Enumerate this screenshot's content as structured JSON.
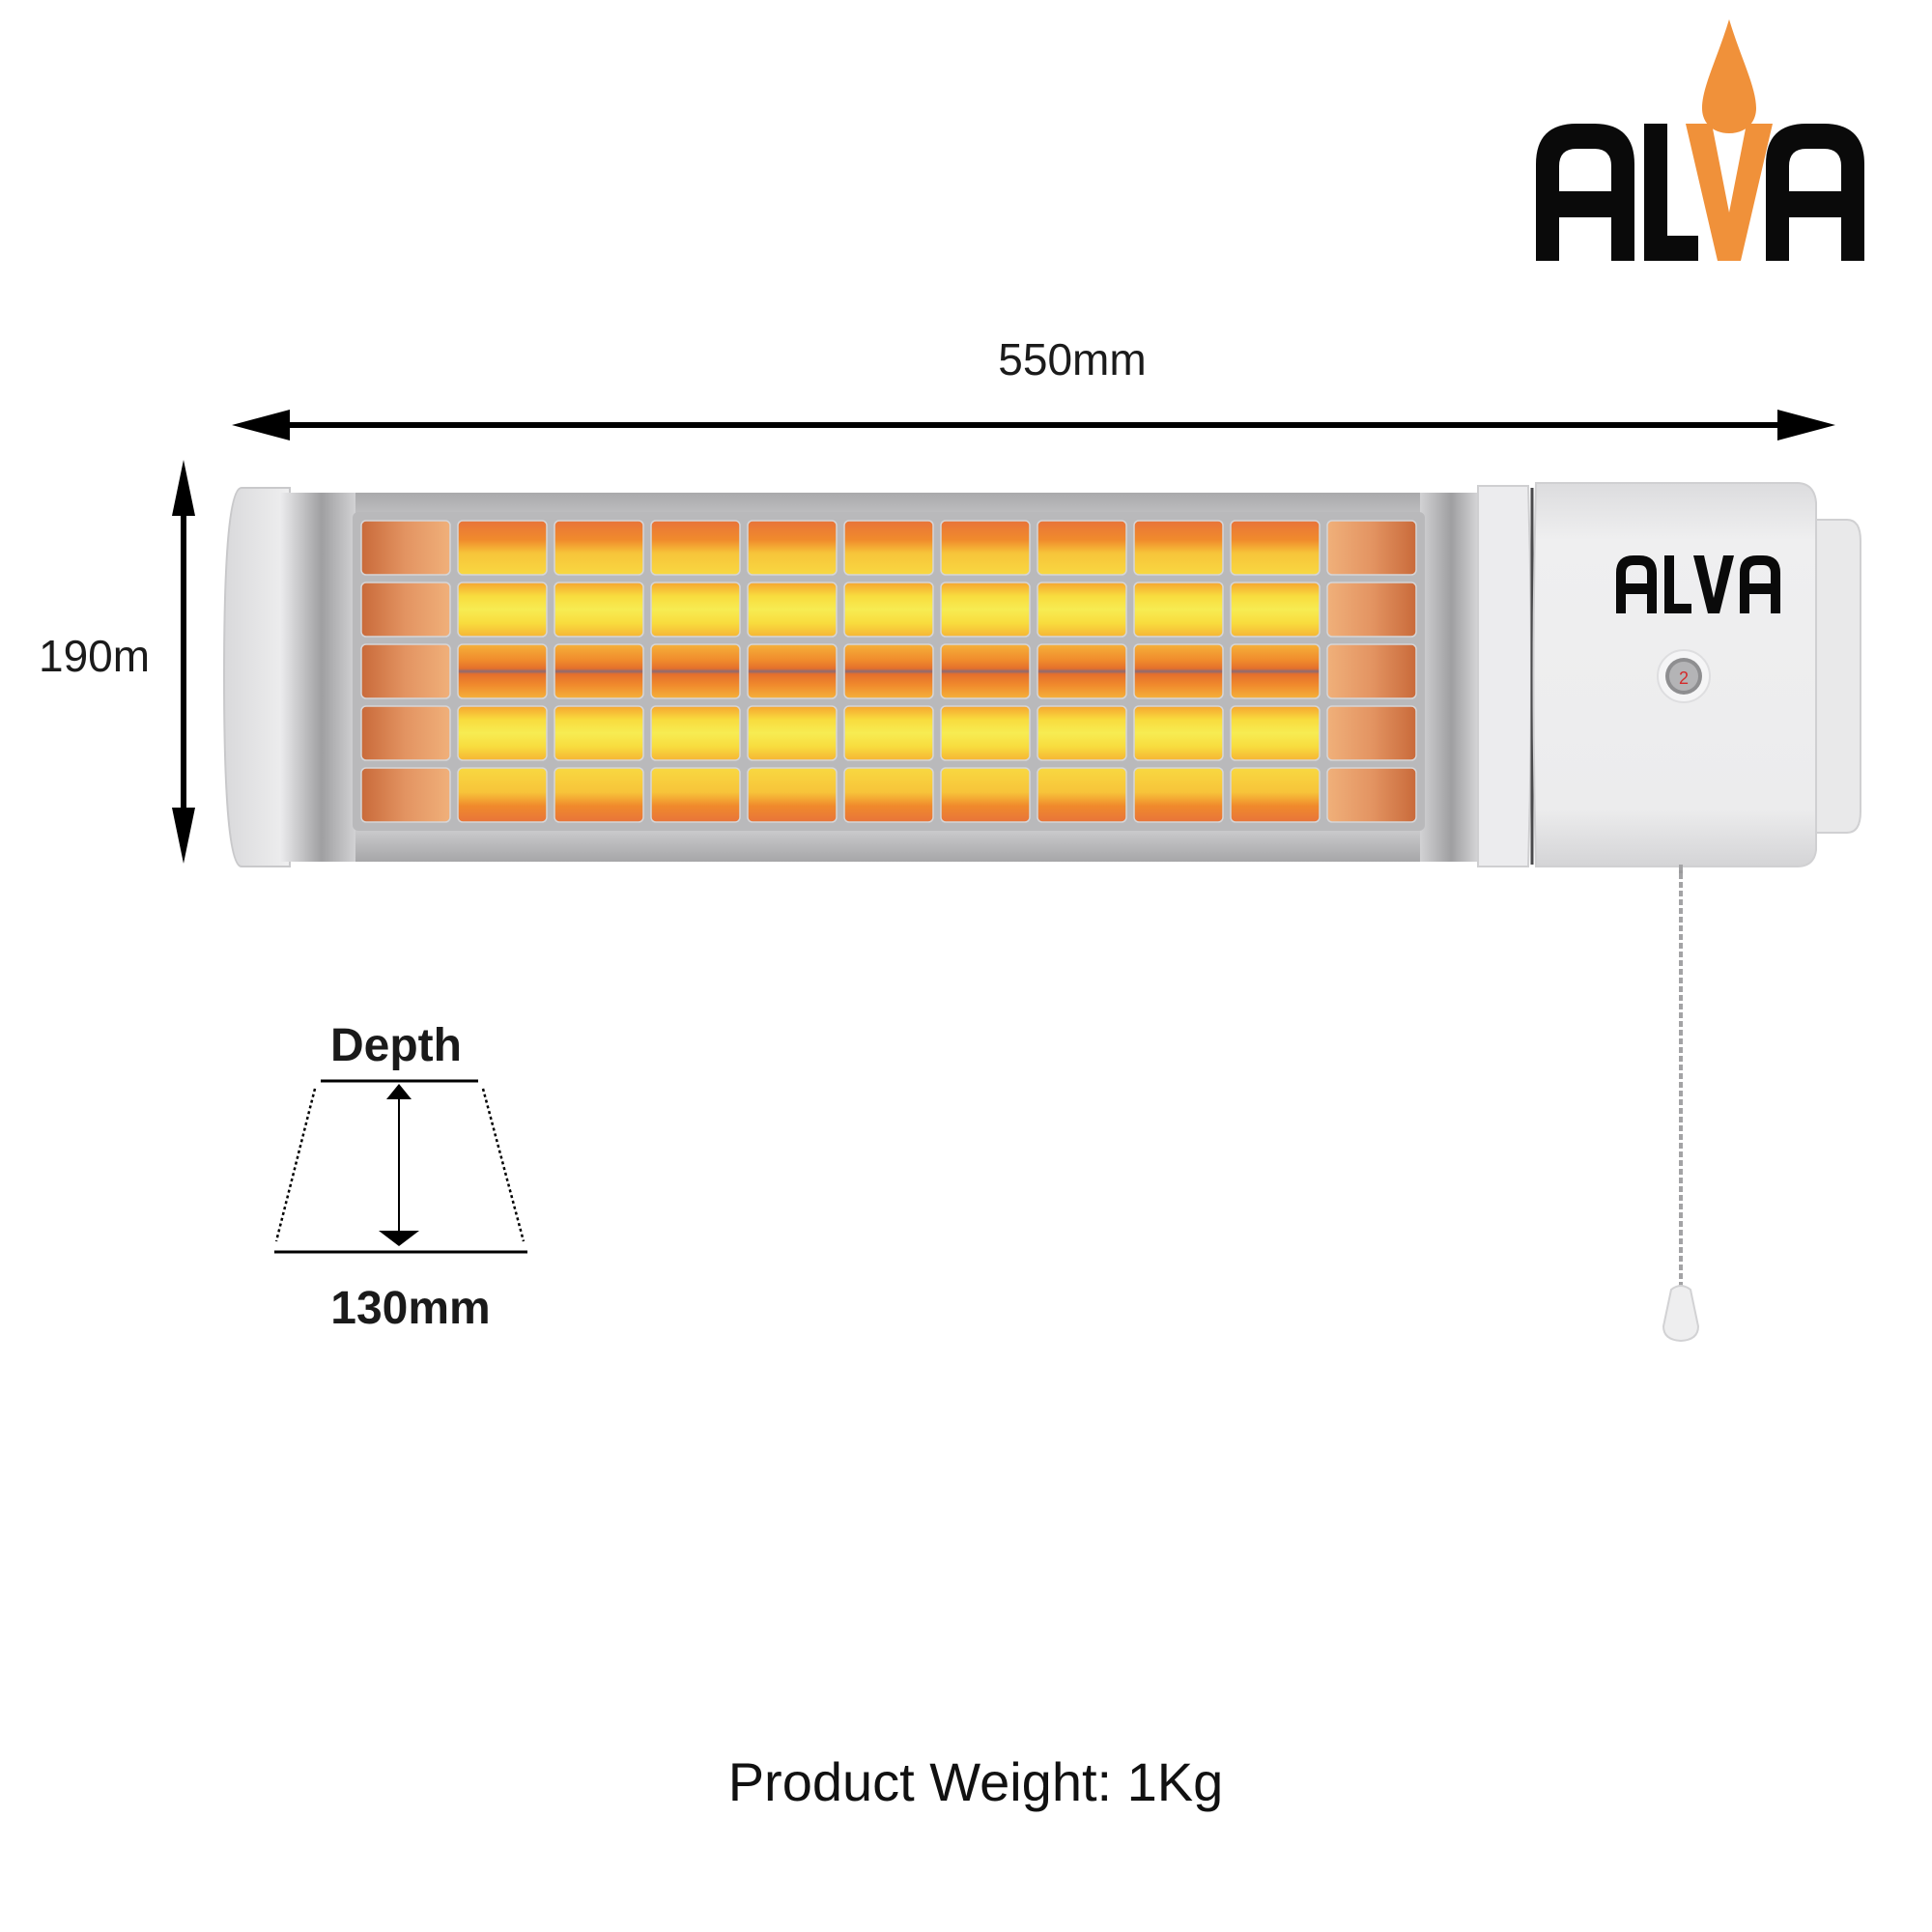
{
  "brand": {
    "name": "ALVA",
    "logo_colors": {
      "letters": "#0a0a0a",
      "accent_v": "#f0913a",
      "flame": "#f0913a"
    }
  },
  "dimensions": {
    "width": {
      "label": "550mm"
    },
    "height": {
      "label": "190m"
    },
    "depth": {
      "title": "Depth",
      "label": "130mm"
    }
  },
  "product": {
    "body_brand_text": "ALVA",
    "indicator_value": "2",
    "grille": {
      "rows": 5,
      "columns": 11
    },
    "colors": {
      "body_white": "#e9e9ea",
      "chrome": "#bdbdbf",
      "glow_yellow": "#f7e84a",
      "glow_orange": "#f2902a",
      "glow_red": "#e0662a",
      "end_copper": "#d98a58"
    },
    "pull_cord": true
  },
  "footer": {
    "weight_label": "Product Weight: 1Kg"
  }
}
